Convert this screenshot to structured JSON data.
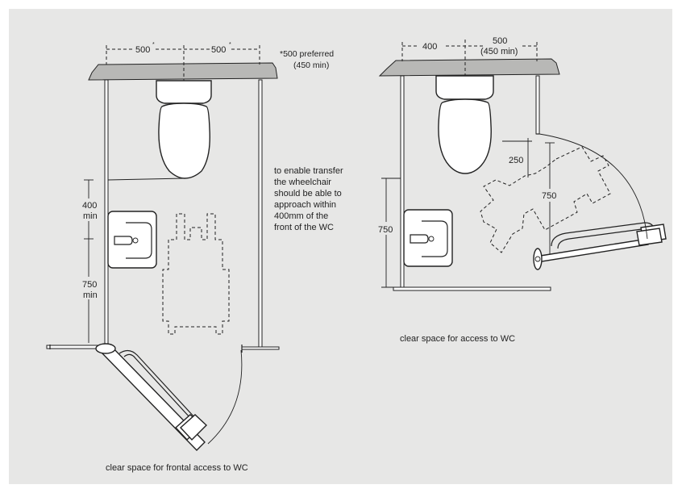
{
  "left_plan": {
    "dim_500_a": "500",
    "dim_500_b": "500",
    "asterisk_a": "*",
    "asterisk_b": "*",
    "preferred_note_line1": "*500 preferred",
    "preferred_note_line2": "(450 min)",
    "dim_400_line1": "400",
    "dim_400_line2": "min",
    "dim_750_line1": "750",
    "dim_750_line2": "min",
    "transfer_note": [
      "to enable transfer",
      "the wheelchair",
      "should be able to",
      "approach within",
      "400mm of the",
      "front of the WC"
    ],
    "caption": "clear space for frontal access to WC"
  },
  "right_plan": {
    "dim_400": "400",
    "dim_500": "500",
    "dim_450_min": "(450 min)",
    "dim_250": "250",
    "dim_750_inner": "750",
    "dim_750_side": "750",
    "caption": "clear space for access to WC"
  }
}
